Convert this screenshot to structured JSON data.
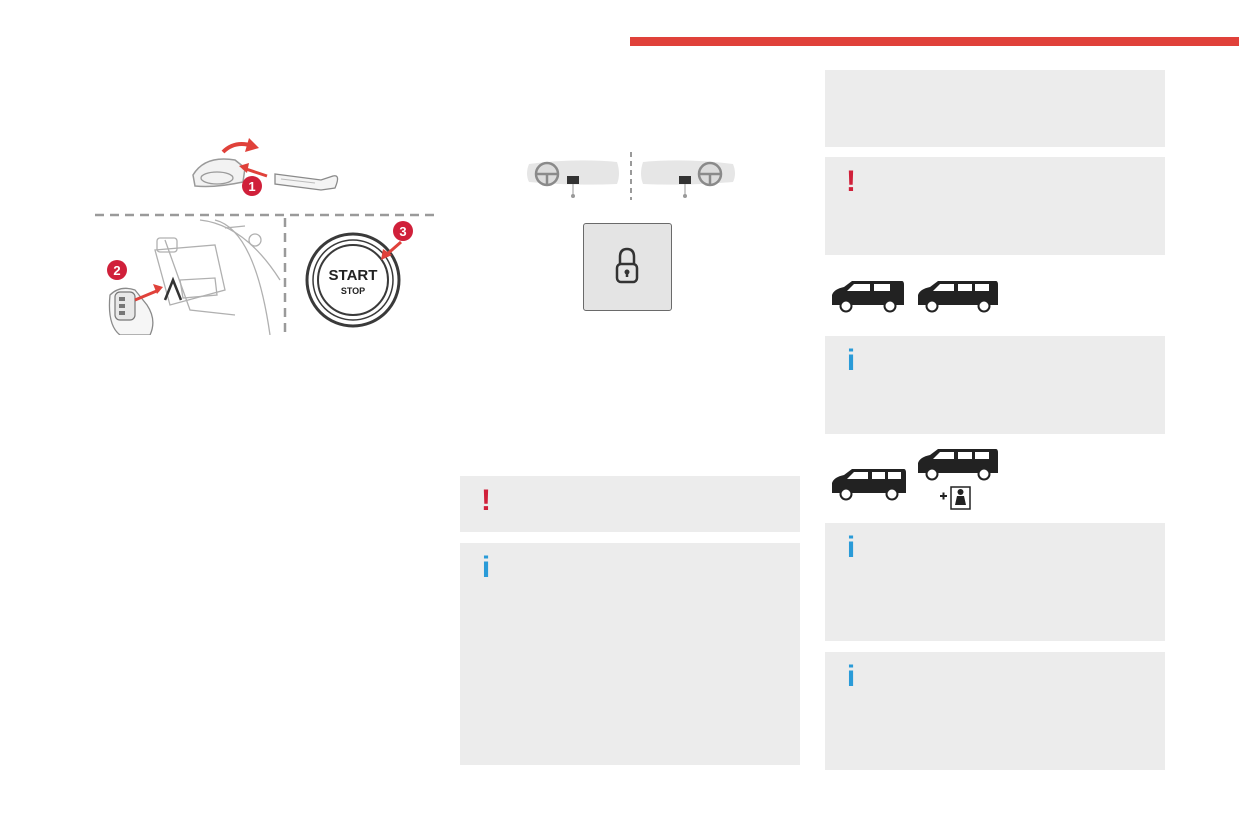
{
  "colors": {
    "accent_red": "#e0413a",
    "warning_red": "#d0203a",
    "info_blue": "#2a9bd8",
    "box_gray": "#ececec"
  },
  "illustration_keyless": {
    "steps": [
      "1",
      "2",
      "3"
    ],
    "button_line1": "START",
    "button_line2": "STOP"
  },
  "icons": {
    "warning": "!",
    "info": "i"
  }
}
